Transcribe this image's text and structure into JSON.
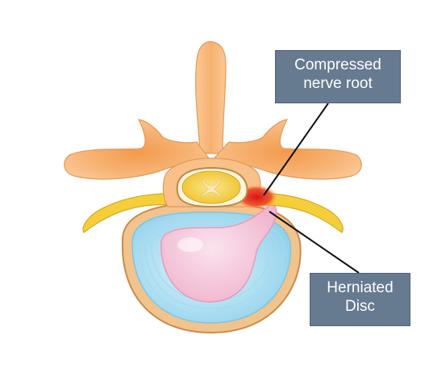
{
  "labels": {
    "nerve_root": [
      "Compressed",
      "nerve root"
    ],
    "herniated_disc": [
      "Herniated",
      "Disc"
    ]
  },
  "colors": {
    "bone": "#f7b77a",
    "bone_dark": "#ef9a4a",
    "nerve_yellow": "#f5cf3a",
    "disc_outer": "#b9e3f3",
    "disc_ring": "#8fcde8",
    "nucleus": "#f6c8da",
    "inflammation": "#e0231a",
    "callout_bg": "#667a90",
    "leader_line": "#111111"
  }
}
